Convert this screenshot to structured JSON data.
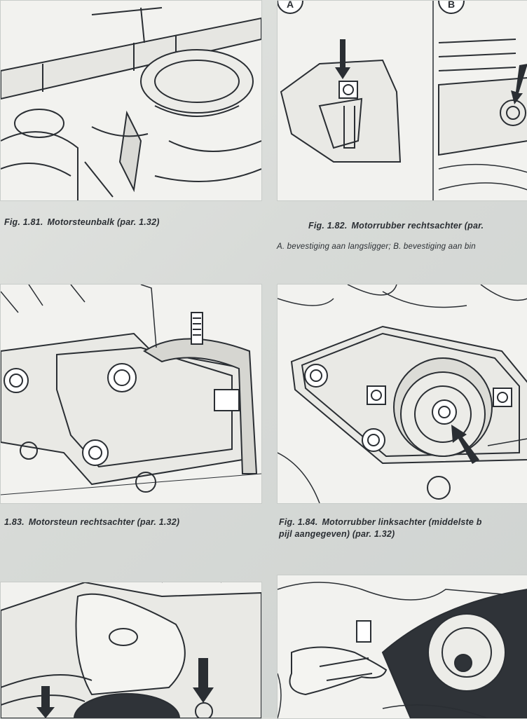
{
  "figures": [
    {
      "id": "1.81",
      "number": "Fig. 1.81.",
      "title": "Motorsteunbalk (par. 1.32)"
    },
    {
      "id": "1.82",
      "number": "Fig. 1.82.",
      "title": "Motorrubber rechtsachter (par.",
      "labels": [
        "A",
        "B"
      ],
      "subcaption": "A.  bevestiging aan langsligger;    B.  bevestiging aan bin"
    },
    {
      "id": "1.83",
      "number": "1.83.",
      "title": "Motorsteun rechtsachter (par. 1.32)"
    },
    {
      "id": "1.84",
      "number": "Fig. 1.84.",
      "title": "Motorrubber linksachter (middelste b",
      "title_line2": "pijl aangegeven) (par. 1.32)"
    }
  ],
  "colors": {
    "ink": "#2a2e33",
    "paper": "#f2f2ef",
    "page": "#d9dcd9"
  }
}
